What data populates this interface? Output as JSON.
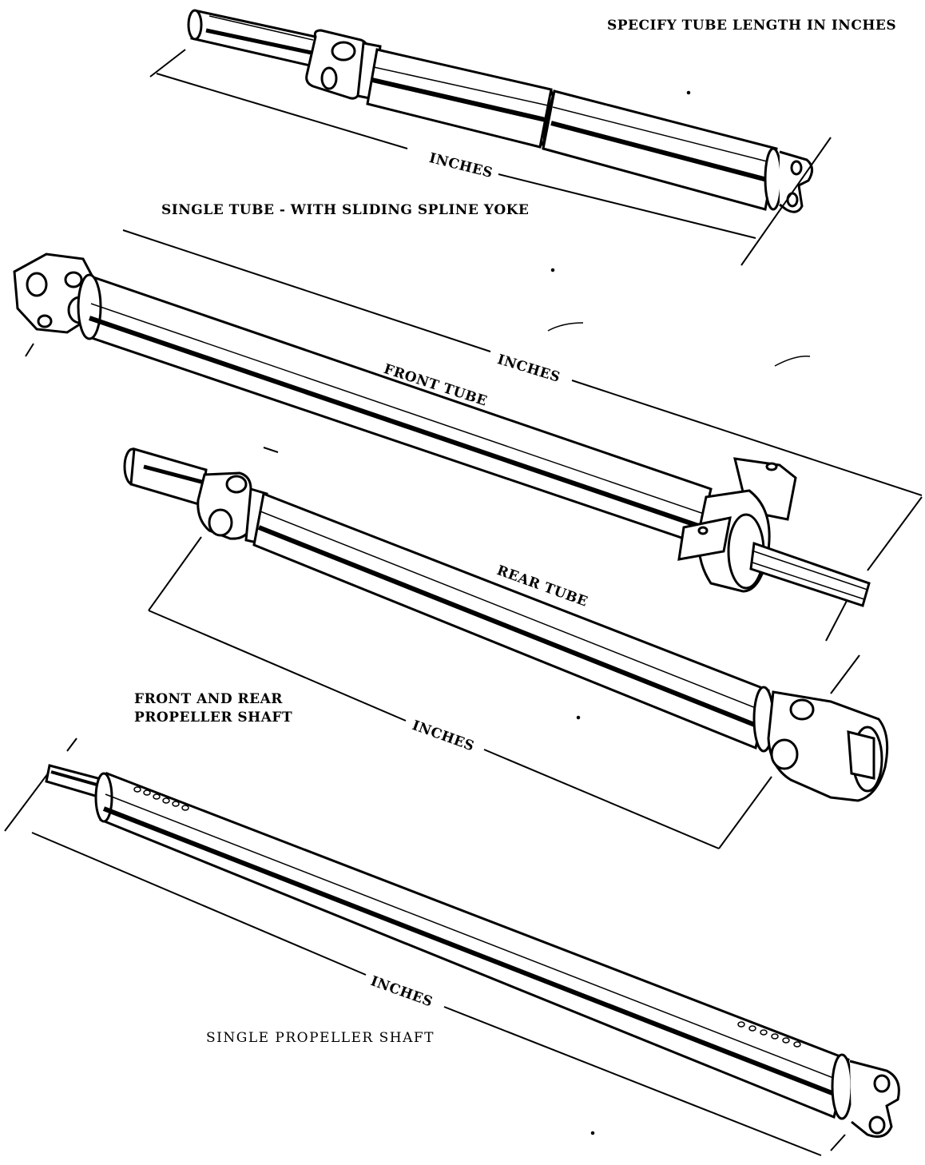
{
  "labels": {
    "spec_note": "SPECIFY TUBE LENGTH IN INCHES",
    "dim_single_tube": "INCHES",
    "caption_single_tube": "SINGLE TUBE - WITH SLIDING SPLINE YOKE",
    "dim_front_tube": "INCHES",
    "front_tube": "FRONT TUBE",
    "rear_tube": "REAR TUBE",
    "caption_front_rear_line1": "FRONT AND REAR",
    "caption_front_rear_line2": "PROPELLER SHAFT",
    "dim_rear_tube": "INCHES",
    "dim_single_shaft": "INCHES",
    "caption_single_shaft": "SINGLE PROPELLER SHAFT"
  },
  "colors": {
    "ink": "#000000",
    "paper": "#ffffff"
  }
}
